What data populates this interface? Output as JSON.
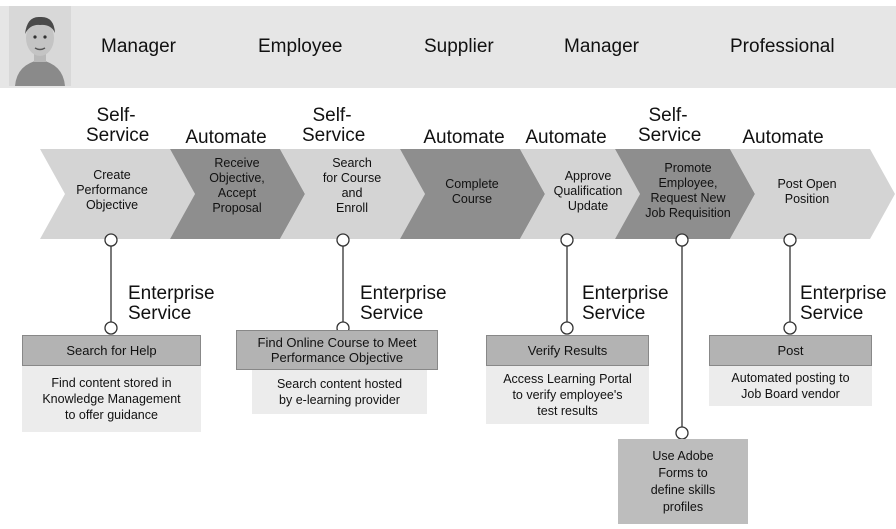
{
  "roles": [
    "Manager",
    "Employee",
    "Supplier",
    "Manager",
    "Professional"
  ],
  "phases": [
    "Self-\nService",
    "Automate",
    "Self-\nService",
    "Automate",
    "Automate",
    "Self-\nService",
    "Automate"
  ],
  "steps": [
    "Create\nPerformance\nObjective",
    "Receive\nObjective,\nAccept\nProposal",
    "Search\nfor Course\nand\nEnroll",
    "Complete\nCourse",
    "Approve\nQualification\nUpdate",
    "Promote\nEmployee,\nRequest New\nJob Requisition",
    "Post Open\nPosition"
  ],
  "enterprise_label": "Enterprise\nService",
  "services": [
    {
      "title": "Search for Help",
      "desc": "Find content stored in\nKnowledge Management\nto offer guidance"
    },
    {
      "title": "Find Online Course to Meet\nPerformance Objective",
      "desc": "Search content hosted\nby e-learning provider"
    },
    {
      "title": "Verify Results",
      "desc": "Access Learning Portal\nto verify employee's\ntest results"
    },
    {
      "title": "Post",
      "desc": "Automated posting to\nJob Board vendor"
    }
  ],
  "extra_service": {
    "desc": "Use Adobe\nForms to\ndefine skills\nprofiles"
  },
  "colors": {
    "light": "#d4d4d4",
    "dark": "#8e8e8e",
    "band": "#e6e6e6",
    "box_header": "#b3b3b3",
    "box_desc": "#ececec"
  }
}
